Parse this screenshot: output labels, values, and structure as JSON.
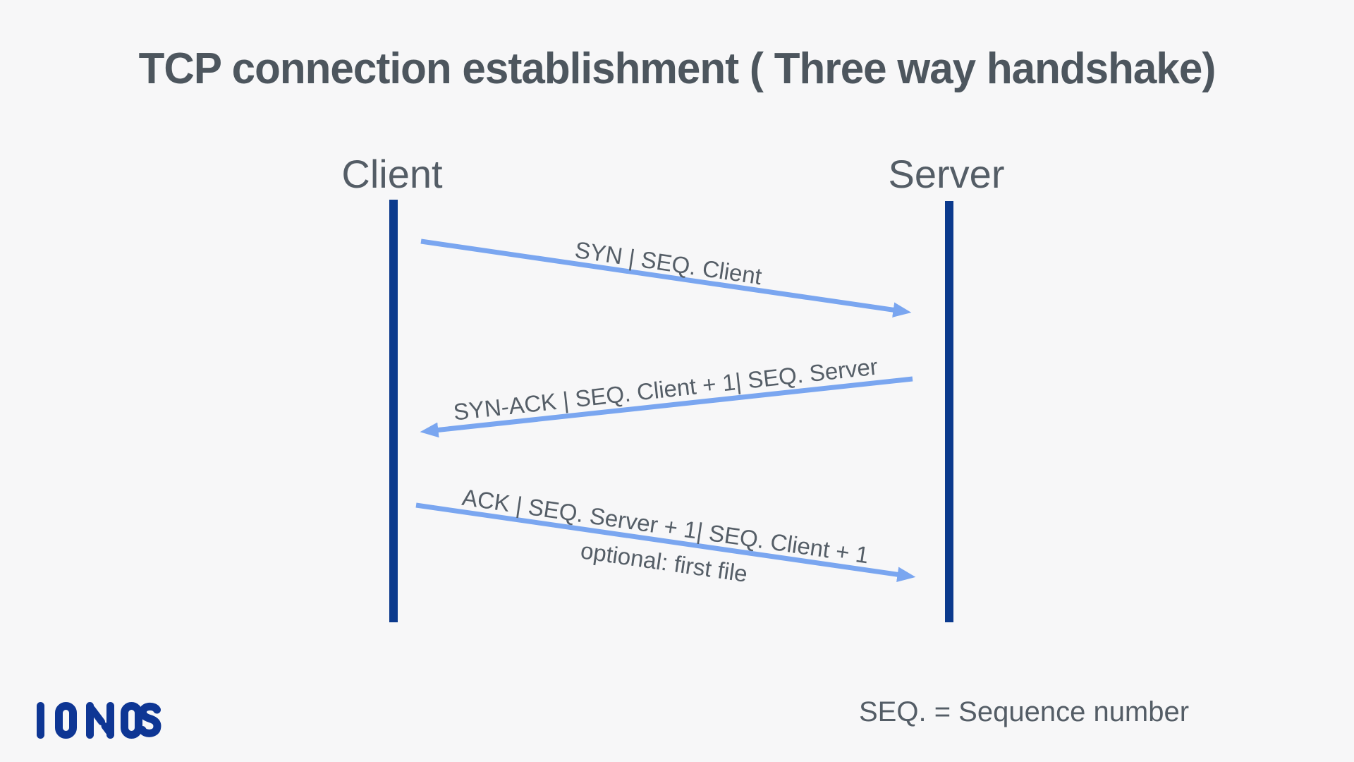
{
  "title": "TCP connection establishment ( Three way handshake)",
  "diagram": {
    "type": "sequence-diagram",
    "actors": [
      {
        "name": "Client"
      },
      {
        "name": "Server"
      }
    ],
    "messages": [
      {
        "from": "Client",
        "to": "Server",
        "direction": "right",
        "label": "SYN | SEQ. Client",
        "sublabel": ""
      },
      {
        "from": "Server",
        "to": "Client",
        "direction": "left",
        "label": "SYN-ACK | SEQ. Client + 1| SEQ. Server",
        "sublabel": ""
      },
      {
        "from": "Client",
        "to": "Server",
        "direction": "right",
        "label": "ACK | SEQ. Server + 1| SEQ. Client + 1",
        "sublabel": "optional: first file"
      }
    ],
    "colors": {
      "background": "#f7f7f8",
      "title_text": "#4d565e",
      "label_text": "#555e67",
      "lifeline": "#0b3a8d",
      "arrow": "#7aa6f0",
      "logo": "#0e3694"
    }
  },
  "footer": {
    "logo_text": "IONOS",
    "legend": "SEQ. = Sequence number"
  }
}
